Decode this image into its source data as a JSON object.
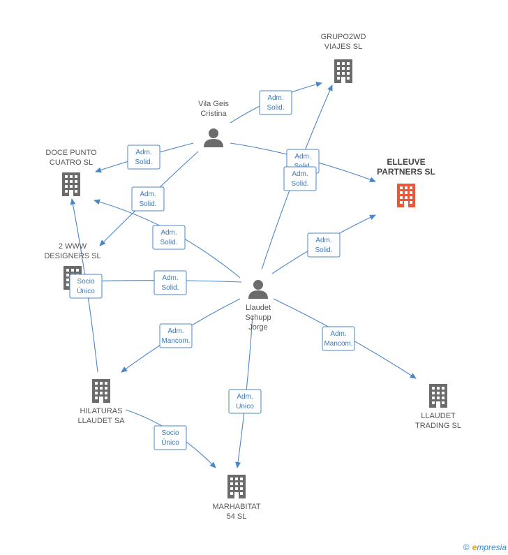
{
  "colors": {
    "edge": "#4a86c8",
    "node": "#6b6b6b",
    "highlight": "#e8583a",
    "text": "#555555"
  },
  "nodes": [
    {
      "id": "grupo2wd",
      "type": "company",
      "lines": [
        "GRUPO2WD",
        "VIAJES SL"
      ]
    },
    {
      "id": "vila",
      "type": "person",
      "lines": [
        "Vila Geis",
        "Cristina"
      ]
    },
    {
      "id": "doce",
      "type": "company",
      "lines": [
        "DOCE PUNTO",
        "CUATRO  SL"
      ]
    },
    {
      "id": "elleuve",
      "type": "company",
      "highlight": true,
      "lines": [
        "ELLEUVE",
        "PARTNERS SL"
      ]
    },
    {
      "id": "wwww",
      "type": "company",
      "lines": [
        "2 WWW",
        "DESIGNERS SL"
      ]
    },
    {
      "id": "llaudet",
      "type": "person",
      "lines": [
        "Llaudet",
        "Schupp",
        "Jorge"
      ]
    },
    {
      "id": "hilaturas",
      "type": "company",
      "lines": [
        "HILATURAS",
        "LLAUDET SA"
      ]
    },
    {
      "id": "ltrading",
      "type": "company",
      "lines": [
        "LLAUDET",
        "TRADING SL"
      ]
    },
    {
      "id": "marhabitat",
      "type": "company",
      "lines": [
        "MARHABITAT",
        "54 SL"
      ]
    }
  ],
  "edges": [
    {
      "id": "vila-grupo",
      "lines": [
        "Adm.",
        "Solid."
      ]
    },
    {
      "id": "vila-doce",
      "lines": [
        "Adm.",
        "Solid."
      ]
    },
    {
      "id": "vila-wwww",
      "lines": [
        "Adm.",
        "Solid."
      ]
    },
    {
      "id": "vila-elleuve",
      "lines": [
        "Adm.",
        "Solid."
      ]
    },
    {
      "id": "llaudet-grupo",
      "lines": [
        "Adm.",
        "Solid."
      ]
    },
    {
      "id": "llaudet-doce",
      "lines": [
        "Adm.",
        "Solid."
      ]
    },
    {
      "id": "llaudet-elleuve",
      "lines": [
        "Adm.",
        "Solid."
      ]
    },
    {
      "id": "llaudet-wwww",
      "lines": [
        "Adm.",
        "Solid."
      ]
    },
    {
      "id": "hilaturas-doce",
      "lines": [
        "Socio",
        "Único"
      ]
    },
    {
      "id": "llaudet-hilaturas",
      "lines": [
        "Adm.",
        "Mancom."
      ]
    },
    {
      "id": "llaudet-ltrading",
      "lines": [
        "Adm.",
        "Mancom."
      ]
    },
    {
      "id": "llaudet-marhabitat",
      "lines": [
        "Adm.",
        "Unico"
      ]
    },
    {
      "id": "hilaturas-marhabitat",
      "lines": [
        "Socio",
        "Único"
      ]
    }
  ],
  "footer": {
    "copyright": "©",
    "brand_initial": "e",
    "brand_rest": "mpresia"
  }
}
